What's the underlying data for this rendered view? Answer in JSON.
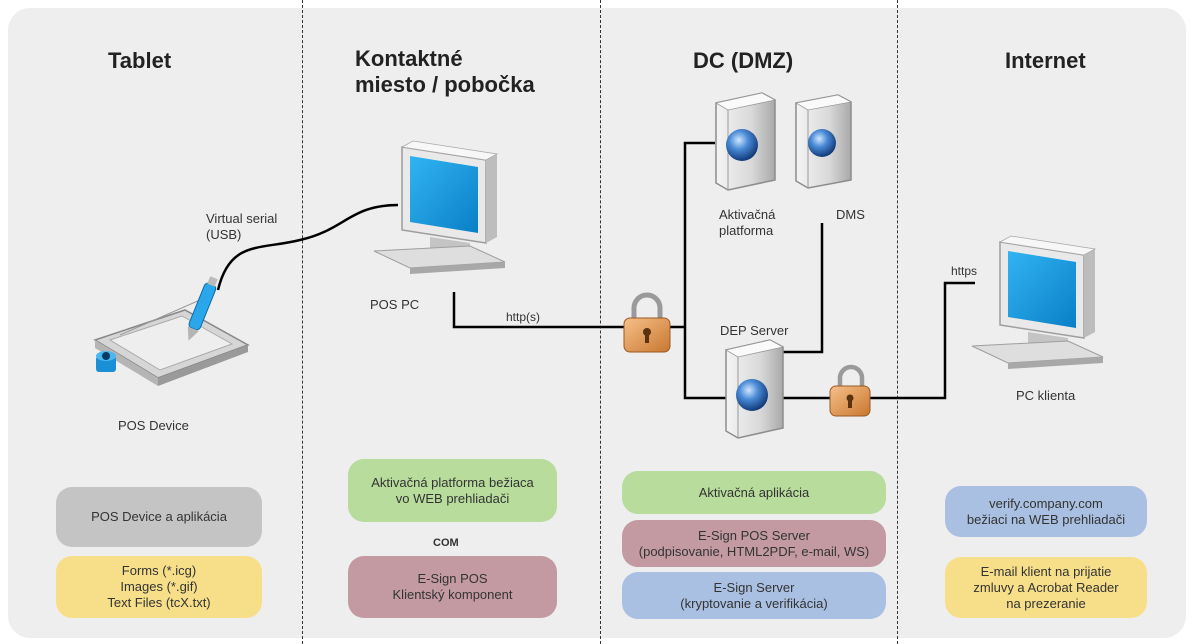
{
  "columns": {
    "tablet": "Tablet",
    "branch": "Kontaktné\nmiesto / pobočka",
    "dc": "DC (DMZ)",
    "internet": "Internet"
  },
  "labels": {
    "virtual_serial": "Virtual serial\n(USB)",
    "pos_device": "POS Device",
    "pos_pc": "POS PC",
    "http": "http(s)",
    "aktivacna_platforma": "Aktivačná\nplatforma",
    "dms": "DMS",
    "dep_server": "DEP Server",
    "https": "https",
    "pc_klienta": "PC klienta",
    "com": "COM"
  },
  "boxes": {
    "pos_device_app": "POS Device a aplikácia",
    "forms": "Forms (*.icg)\nImages (*.gif)\nText Files (tcX.txt)",
    "aktivacna_web": "Aktivačná platforma bežiaca\nvo WEB prehliadači",
    "esign_pos": "E-Sign POS\nKlientský komponent",
    "aktivacna_aplikacia": "Aktivačná aplikácia",
    "esign_pos_server": "E-Sign POS Server\n(podpisovanie, HTML2PDF, e-mail, WS)",
    "esign_server": "E-Sign Server\n(kryptovanie a verifikácia)",
    "verify": "verify.company.com\nbežiaci na WEB prehliadači",
    "email_client": "E-mail klient na prijatie\nzmluvy a Acrobat Reader\nna prezeranie"
  },
  "colors": {
    "grey": "#c4c4c4",
    "yellow": "#f7df8a",
    "green": "#b7dc9c",
    "mauve": "#c39aa2",
    "blue": "#a9c0e2",
    "screen": "#1e9ee0"
  },
  "icons": [
    "tablet-pen-icon",
    "monitor-icon",
    "server-globe-icon",
    "padlock-icon"
  ]
}
